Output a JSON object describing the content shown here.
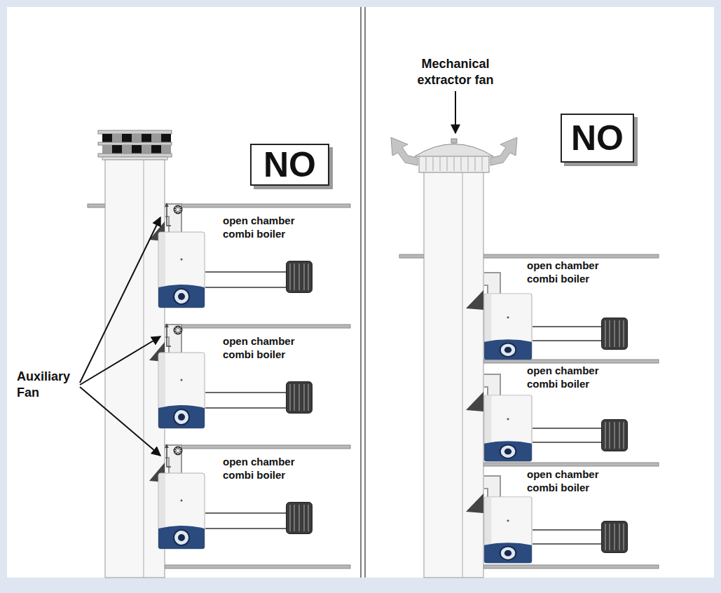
{
  "diagram": {
    "nodes": [
      {
        "text": [
          "NO"
        ]
      },
      {
        "text": [
          "NO"
        ]
      }
    ],
    "labels": [
      "open chamber combi boiler",
      "Auxiliary Fan",
      "open chamber combi boiler",
      "open chamber combi boiler",
      "Mechanical extractor fan",
      "open chamber combi boiler",
      "open chamber combi boiler",
      "open chamber combi boiler"
    ]
  }
}
